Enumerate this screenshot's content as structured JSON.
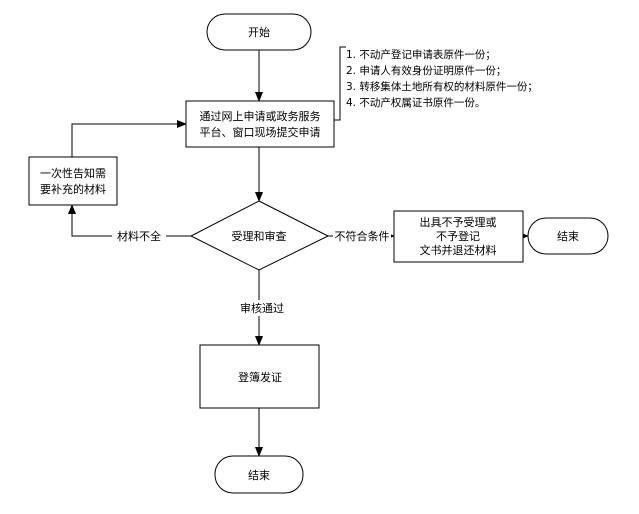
{
  "nodes": {
    "start": "开始",
    "submit_line1": "通过网上申请或政务服务",
    "submit_line2": "平台、窗口现场提交申请",
    "notify_line1": "一次性告知需",
    "notify_line2": "要补充的材料",
    "review": "受理和审查",
    "reject_line1": "出具不予受理或",
    "reject_line2": "不予登记",
    "reject_line3": "文书并退还材料",
    "end_right": "结束",
    "issue": "登簿发证",
    "end_bottom": "结束"
  },
  "edges": {
    "incomplete": "材料不全",
    "not_qualified": "不符合条件",
    "approved": "审核通过"
  },
  "materials": [
    "1. 不动产登记申请表原件一份；",
    "2. 申请人有效身份证明原件一份；",
    "3. 转移集体土地所有权的材料原件一份；",
    "4. 不动产权属证书原件一份。"
  ]
}
